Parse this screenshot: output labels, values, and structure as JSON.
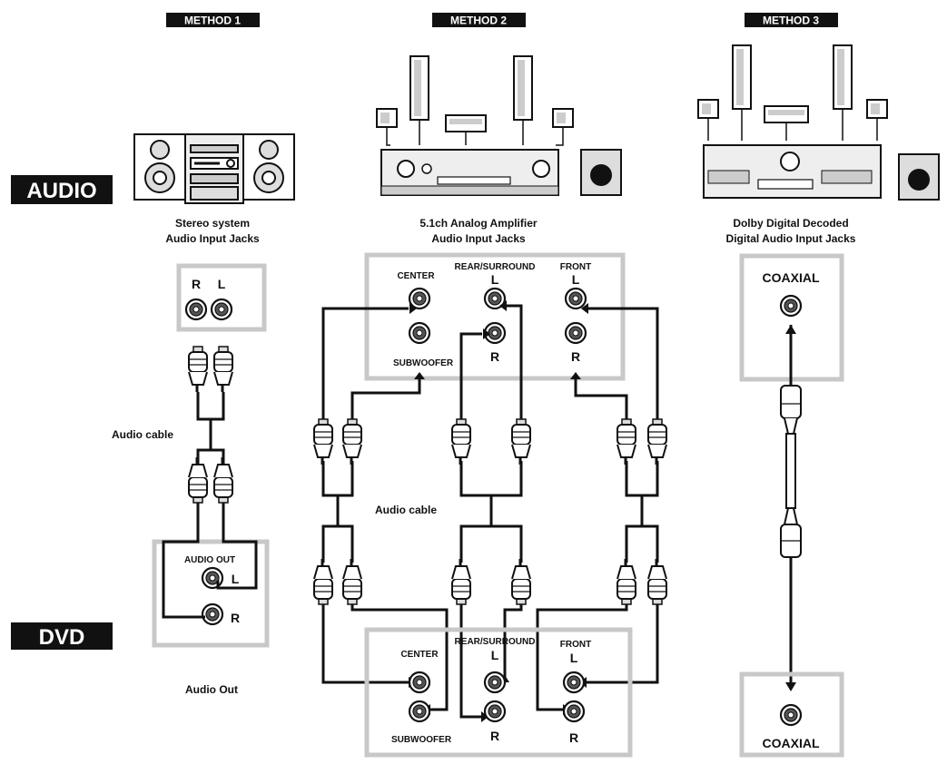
{
  "methods": [
    "METHOD 1",
    "METHOD 2",
    "METHOD 3"
  ],
  "side_labels": {
    "audio": "AUDIO",
    "dvd": "DVD"
  },
  "method1": {
    "device_line1": "Stereo system",
    "device_line2": "Audio Input Jacks",
    "jack_r": "R",
    "jack_l": "L",
    "cable_label": "Audio cable",
    "dvd_panel_label": "AUDIO OUT",
    "dvd_l": "L",
    "dvd_r": "R",
    "dvd_caption": "Audio Out"
  },
  "method2": {
    "device_line1": "5.1ch Analog Amplifier",
    "device_line2": "Audio Input Jacks",
    "center": "CENTER",
    "subwoofer": "SUBWOOFER",
    "rear": "REAR/SURROUND",
    "front": "FRONT",
    "l": "L",
    "r": "R",
    "cable_label": "Audio cable"
  },
  "method3": {
    "device_line1": "Dolby Digital Decoded",
    "device_line2": "Digital Audio Input Jacks",
    "coax_top": "COAXIAL",
    "coax_bottom": "COAXIAL"
  }
}
